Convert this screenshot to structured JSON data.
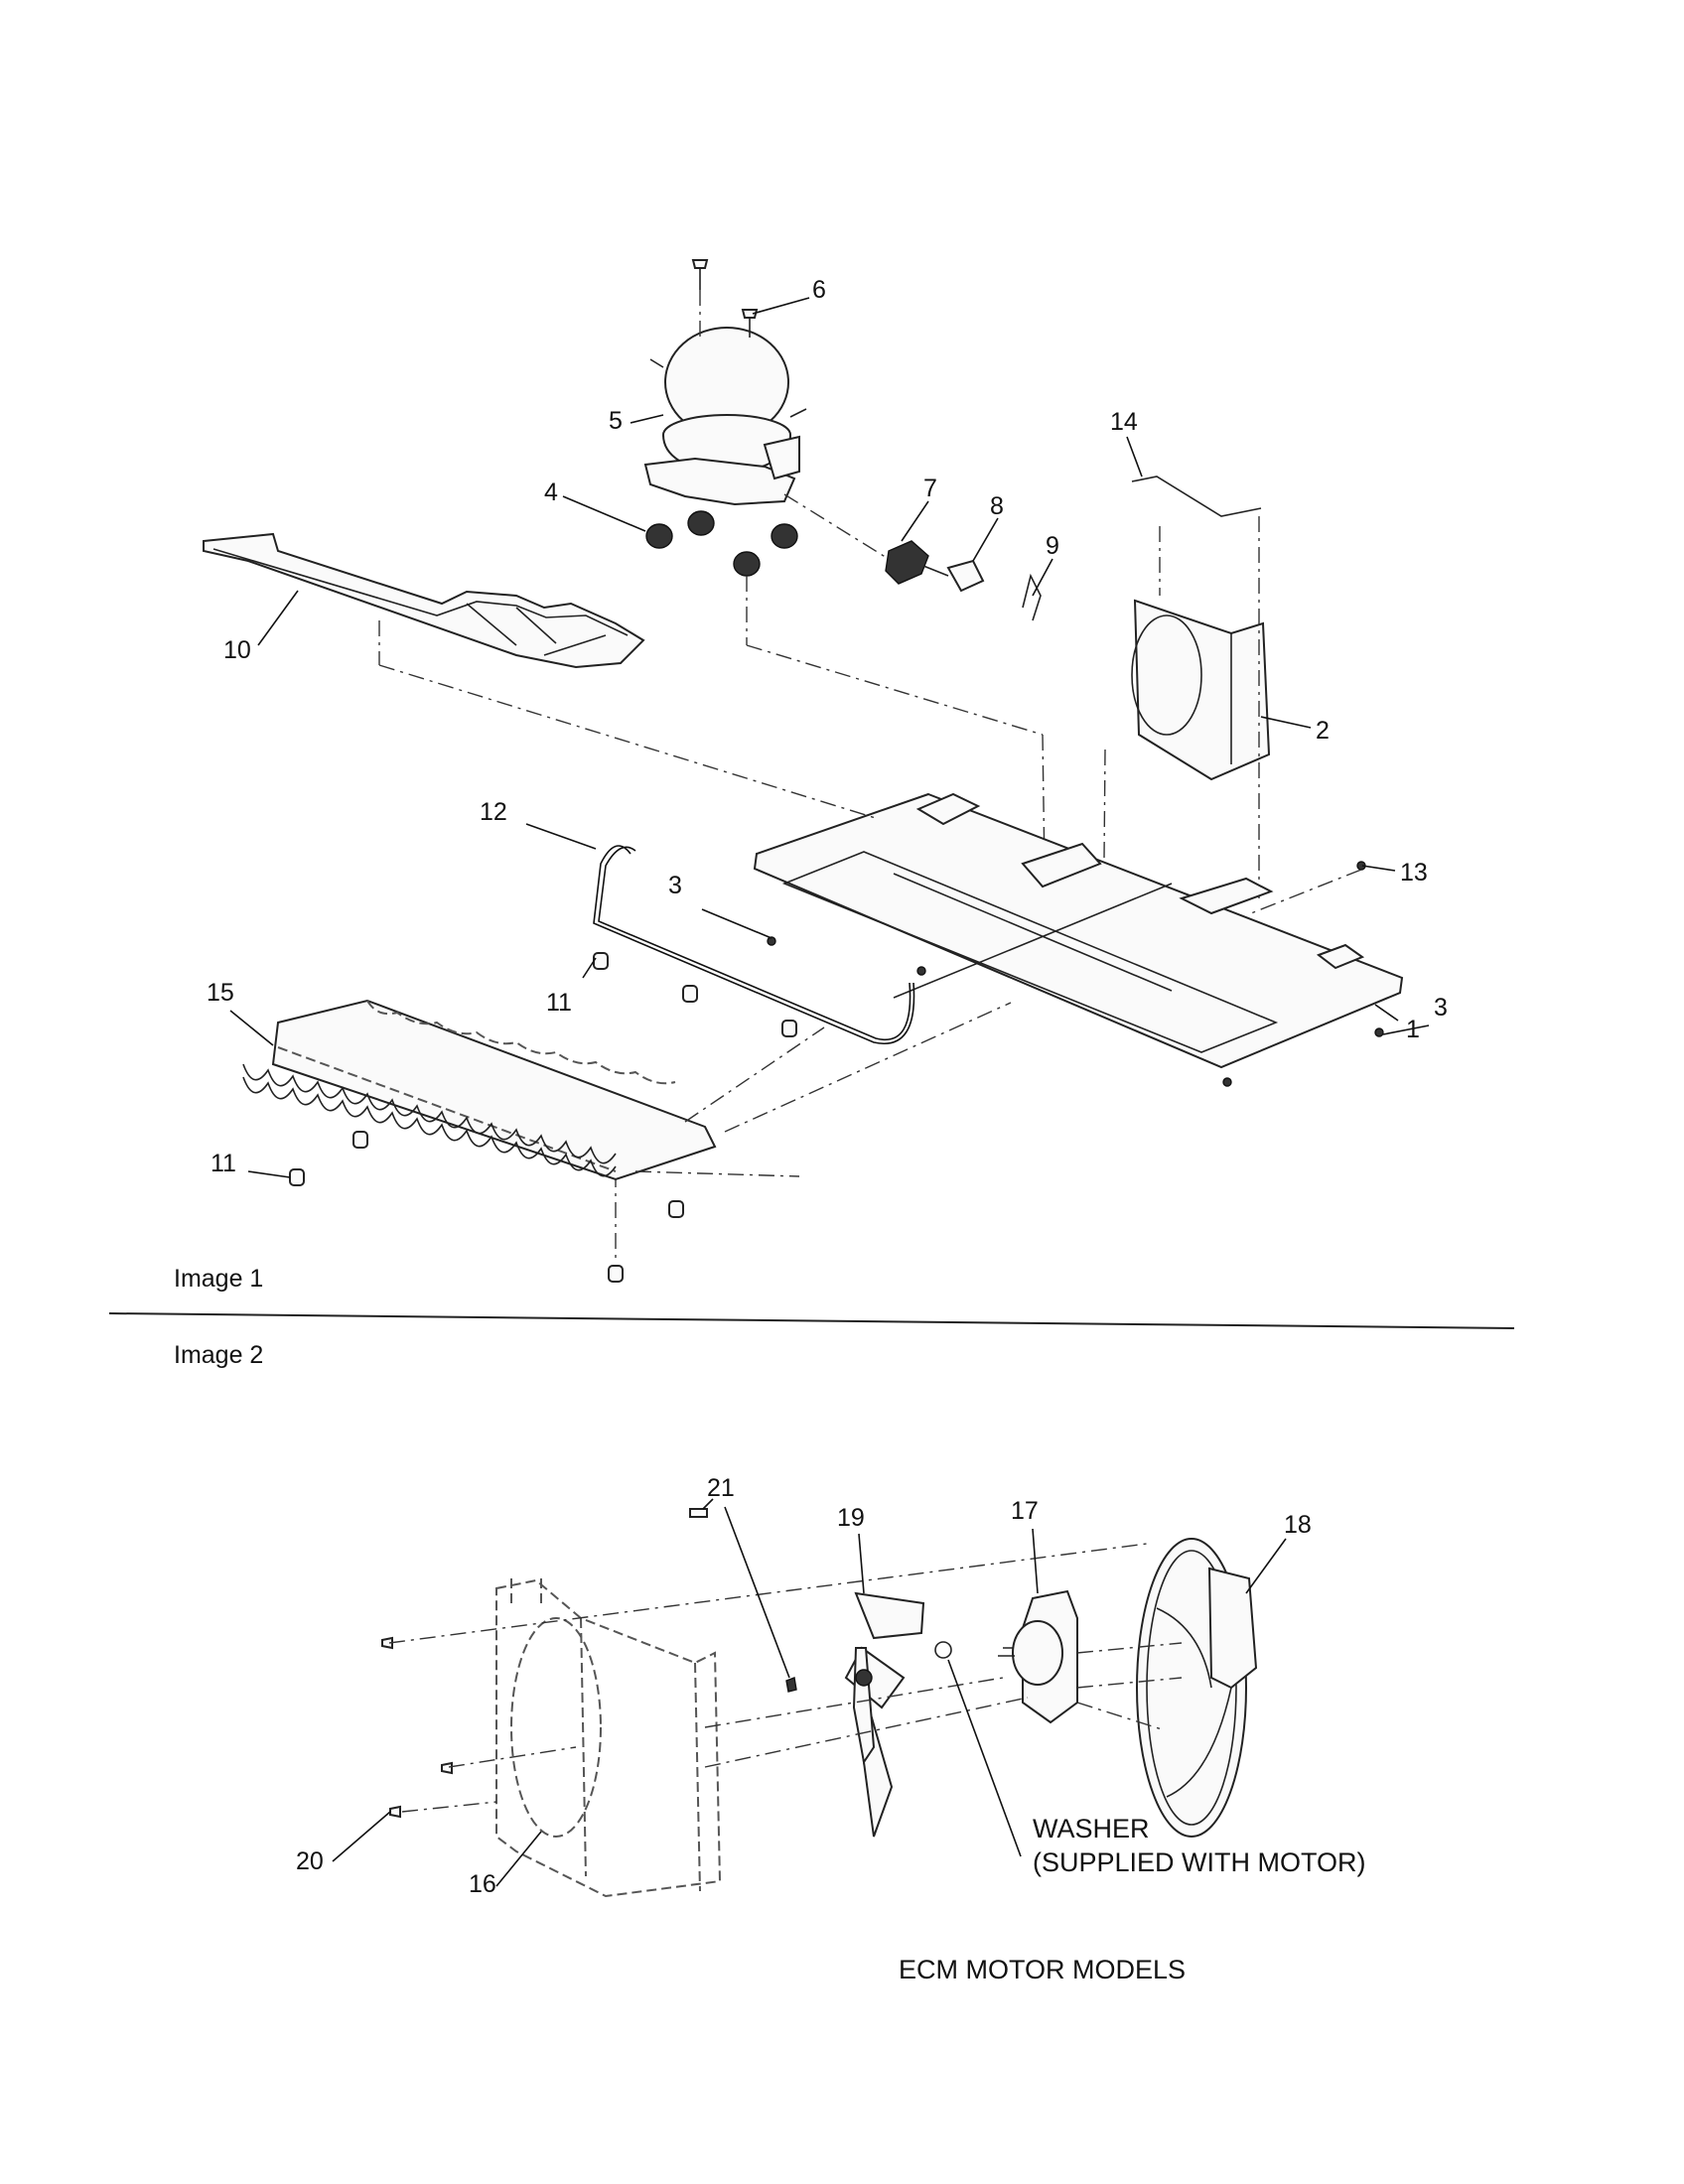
{
  "sections": {
    "image1_label": "Image 1",
    "image2_label": "Image 2"
  },
  "callouts": {
    "c1": "1",
    "c2": "2",
    "c3a": "3",
    "c3b": "3",
    "c4": "4",
    "c5": "5",
    "c6": "6",
    "c7": "7",
    "c8": "8",
    "c9": "9",
    "c10": "10",
    "c11a": "11",
    "c11b": "11",
    "c12": "12",
    "c13": "13",
    "c14": "14",
    "c15": "15",
    "c16": "16",
    "c17": "17",
    "c18": "18",
    "c19": "19",
    "c20": "20",
    "c21": "21"
  },
  "notes": {
    "washer_line1": "WASHER",
    "washer_line2": "(SUPPLIED WITH MOTOR)",
    "ecm_models": "ECM MOTOR MODELS"
  }
}
